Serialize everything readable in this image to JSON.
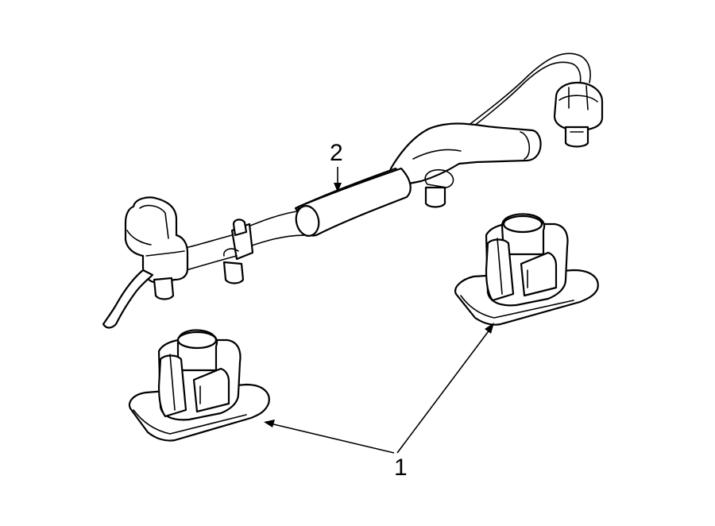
{
  "callouts": {
    "part_1": "1",
    "part_2": "2"
  },
  "parts": [
    {
      "ref": "1",
      "drawing": "lamp-housing",
      "count": 2
    },
    {
      "ref": "2",
      "drawing": "wire-harness"
    }
  ],
  "colors": {
    "line": "#000000",
    "background": "#ffffff"
  }
}
